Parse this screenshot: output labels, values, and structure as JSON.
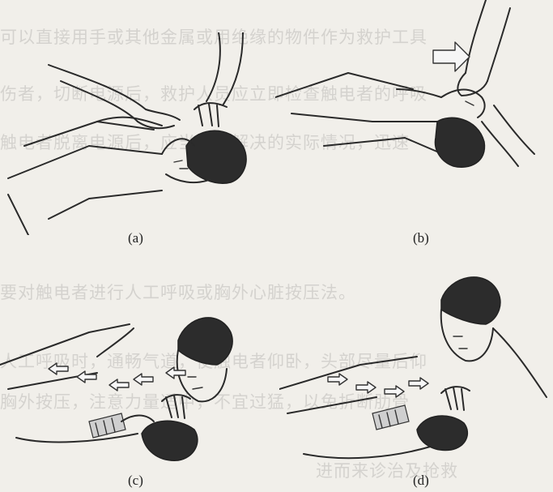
{
  "captions": {
    "a": "(a)",
    "b": "(b)",
    "c": "(c)",
    "d": "(d)"
  },
  "bleed_through": [
    "可以直接用手或其他金属或用绝缘的物件作为救护工具",
    "伤者，切断电源后，救护人员应立即检查触电者的呼吸",
    "触电者脱离电源后，应当迅速解决的实际情况，迅速",
    "要对触电者进行人工呼吸或胸外心脏按压法。",
    "人工呼吸时，通畅气道，使触电者仰卧，头部尽量后仰",
    "胸外按压，注意力量适中，不宜过猛，以免折断肋骨",
    "进而来诊治及抢救"
  ],
  "colors": {
    "background": "#f1efea",
    "ink": "#2a2a2a"
  }
}
